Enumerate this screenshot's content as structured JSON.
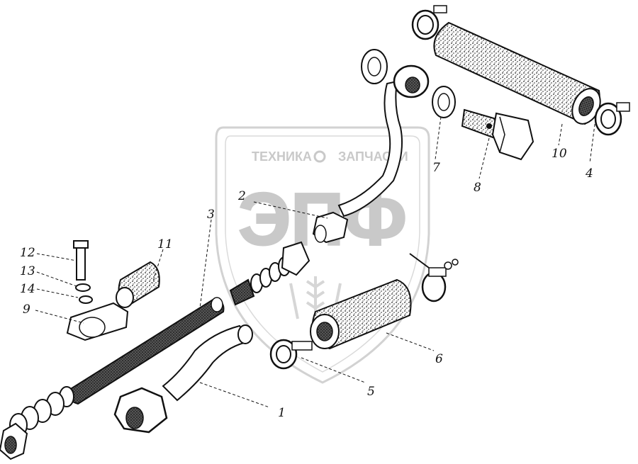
{
  "watermark": {
    "brand_left": "ТЕХНИКА",
    "brand_right": "ЗАПЧАСТИ",
    "logo": "ЭПФ"
  },
  "callouts": [
    {
      "id": "c1",
      "label": "1"
    },
    {
      "id": "c2",
      "label": "2"
    },
    {
      "id": "c3",
      "label": "3"
    },
    {
      "id": "c4",
      "label": "4"
    },
    {
      "id": "c5",
      "label": "5"
    },
    {
      "id": "c6",
      "label": "6"
    },
    {
      "id": "c7",
      "label": "7"
    },
    {
      "id": "c8",
      "label": "8"
    },
    {
      "id": "c9",
      "label": "9"
    },
    {
      "id": "c10",
      "label": "10"
    },
    {
      "id": "c11",
      "label": "11"
    },
    {
      "id": "c12",
      "label": "12"
    },
    {
      "id": "c13",
      "label": "13"
    },
    {
      "id": "c14",
      "label": "14"
    }
  ],
  "colors": {
    "ink": "#111111",
    "watermark": "#c9c9c9",
    "hatch": "#333333"
  }
}
